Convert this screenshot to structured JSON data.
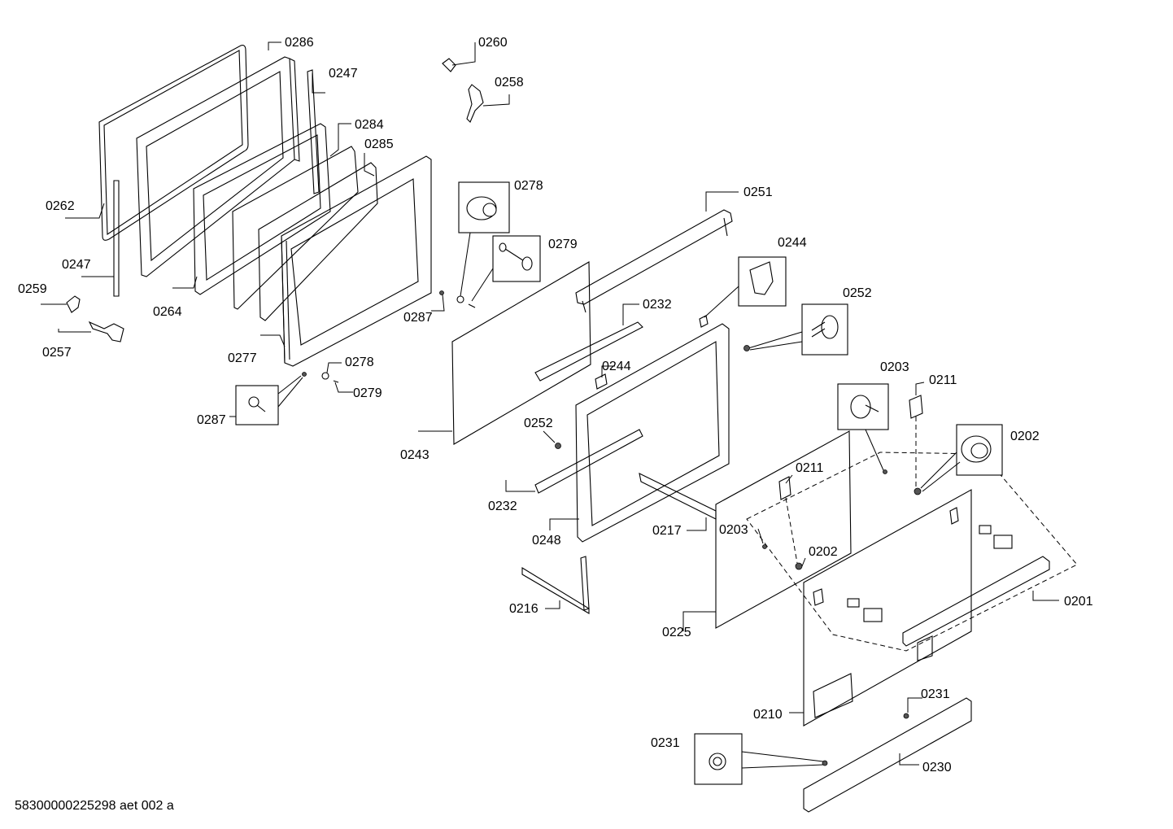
{
  "labels": {
    "l0286": "0286",
    "l0247a": "0247",
    "l0284": "0284",
    "l0285": "0285",
    "l0262": "0262",
    "l0247b": "0247",
    "l0259": "0259",
    "l0257": "0257",
    "l0264": "0264",
    "l0277": "0277",
    "l0287a": "0287",
    "l0278a": "0278",
    "l0279a": "0279",
    "l0287b": "0287",
    "l0260": "0260",
    "l0258": "0258",
    "l0278b": "0278",
    "l0279b": "0279",
    "l0243": "0243",
    "l0251": "0251",
    "l0232a": "0232",
    "l0244a": "0244",
    "l0252a": "0252",
    "l0244b": "0244",
    "l0252b": "0252",
    "l0232b": "0232",
    "l0248": "0248",
    "l0216": "0216",
    "l0217": "0217",
    "l0203a": "0203",
    "l0211a": "0211",
    "l0202a": "0202",
    "l0211b": "0211",
    "l0203b": "0203",
    "l0202b": "0202",
    "l0201": "0201",
    "l0225": "0225",
    "l0210": "0210",
    "l0231a": "0231",
    "l0231b": "0231",
    "l0230": "0230"
  },
  "footer": "58300000225298 aet 002 a"
}
